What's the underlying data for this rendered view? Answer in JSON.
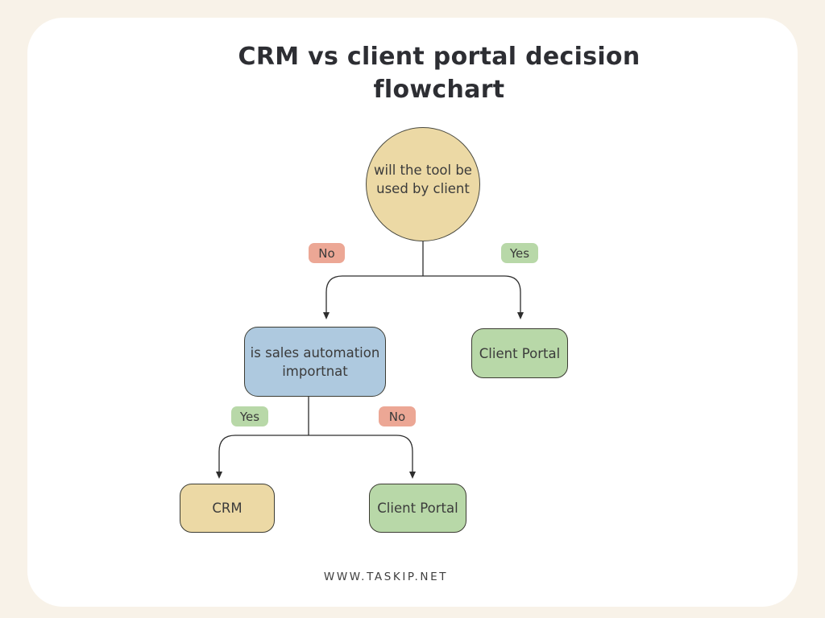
{
  "title": {
    "line1": "CRM vs client portal decision",
    "line2": "flowchart"
  },
  "flowchart": {
    "root_question": {
      "line1": "will the tool be",
      "line2": "used by client"
    },
    "branch1_no": "No",
    "branch1_yes": "Yes",
    "decision2": {
      "line1": "is sales automation",
      "line2": "importnat"
    },
    "client_portal_right": "Client Portal",
    "branch2_yes": "Yes",
    "branch2_no": "No",
    "crm": "CRM",
    "client_portal_bottom": "Client Portal"
  },
  "footer": {
    "website": "WWW.TASKIP.NET"
  },
  "colors": {
    "page_bg": "#f8f2e8",
    "card_bg": "#ffffff",
    "node_tan": "#ecd9a5",
    "node_blue": "#aec9df",
    "node_green": "#b8d8a8",
    "badge_no": "#eca795",
    "badge_yes": "#b8d8a8",
    "line": "#2d2d2d",
    "text": "#3b3b3b",
    "title_text": "#2d2e33"
  }
}
